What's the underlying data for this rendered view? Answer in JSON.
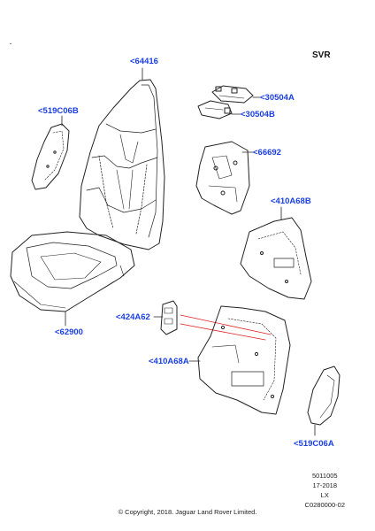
{
  "variant": "SVR",
  "parts": [
    {
      "id": "64416",
      "label": "<64416"
    },
    {
      "id": "519C06B",
      "label": "<519C06B"
    },
    {
      "id": "30504A",
      "label": "<30504A"
    },
    {
      "id": "30504B",
      "label": "<30504B"
    },
    {
      "id": "66692",
      "label": "<66692"
    },
    {
      "id": "410A68B",
      "label": "<410A68B"
    },
    {
      "id": "62900",
      "label": "<62900"
    },
    {
      "id": "424A62",
      "label": "<424A62"
    },
    {
      "id": "410A68A",
      "label": "<410A68A"
    },
    {
      "id": "519C06A",
      "label": "<519C06A"
    }
  ],
  "meta": {
    "line1": "5011005",
    "line2": "17-2018",
    "line3": "LX",
    "line4": "C0280000-02"
  },
  "copyright": "© Copyright, 2018. Jaguar Land Rover Limited.",
  "colors": {
    "label": "#1a3fe6",
    "line": "#222222",
    "highlight": "#e02020"
  }
}
